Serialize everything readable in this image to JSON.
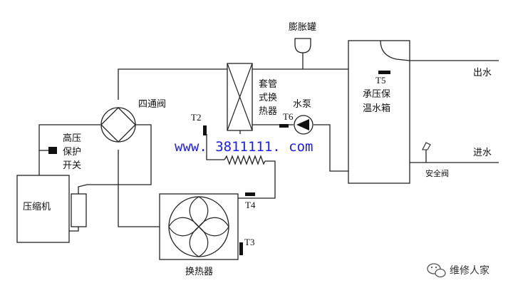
{
  "labels": {
    "compressor": "压缩机",
    "four_way_valve": "四通阀",
    "high_pressure_switch": [
      "高压",
      "保护",
      "开关"
    ],
    "tube_exchanger": [
      "套管",
      "式换",
      "热器"
    ],
    "expansion_tank": "膨胀罐",
    "water_pump": "水泵",
    "tank": [
      "承压保",
      "温水箱"
    ],
    "water_out": "出水",
    "water_in": "进水",
    "safety_valve": "安全阀",
    "heat_exchanger": "换热器"
  },
  "sensors": {
    "t2": "T2",
    "t3": "T3",
    "t4": "T4",
    "t5": "T5",
    "t6": "T6"
  },
  "watermark": "www. 3811111. com",
  "brand": "维修人家",
  "colors": {
    "line": "#222222",
    "watermark": "#1a1aff"
  }
}
